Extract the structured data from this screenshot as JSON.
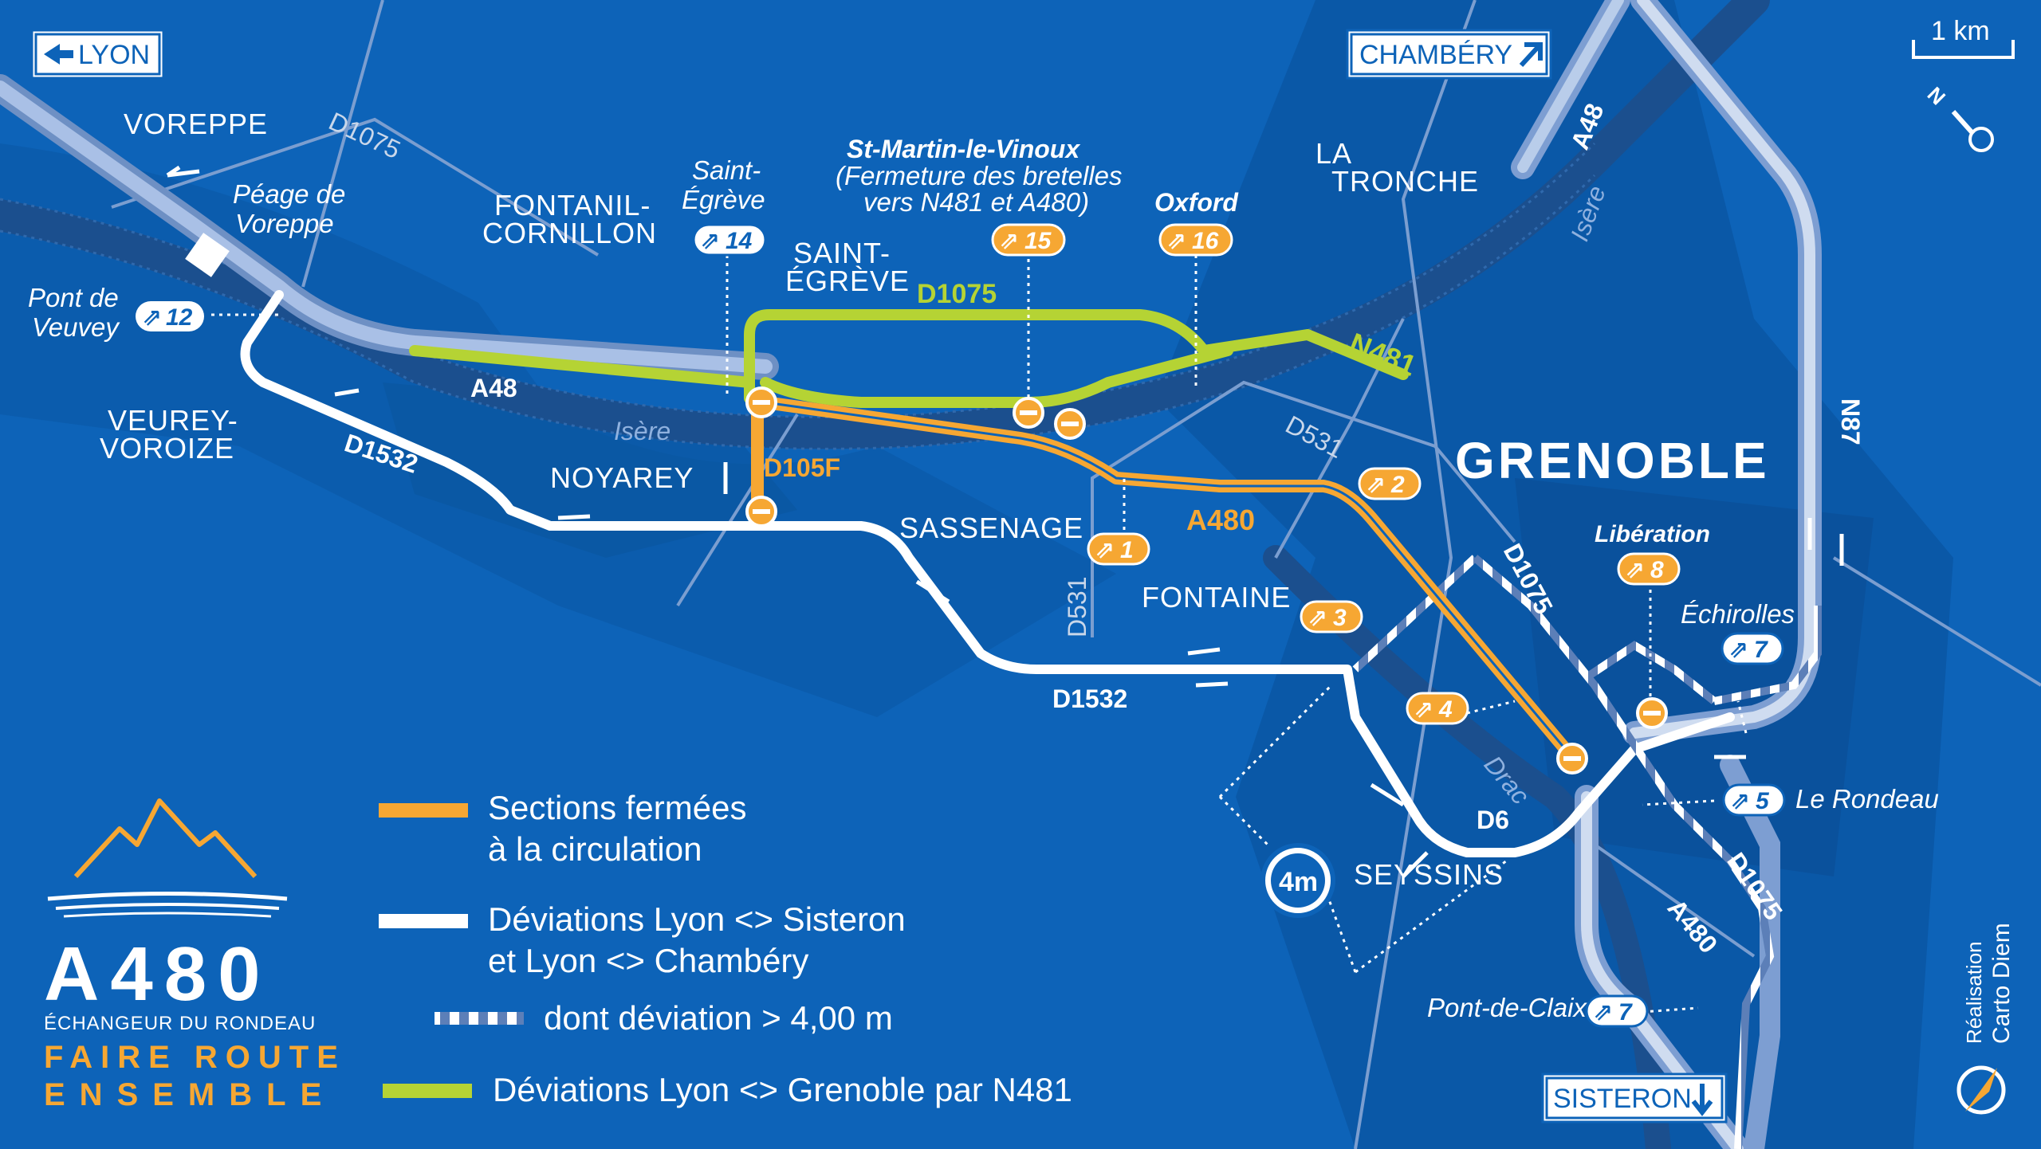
{
  "colors": {
    "background": "#0d63b8",
    "closed": "#f6a733",
    "deviation": "#ffffff",
    "n481": "#b5d334",
    "river": "#1c5191"
  },
  "scale": "1 km",
  "directions": {
    "lyon": "LYON",
    "chambery": "CHAMBÉRY",
    "sisteron": "SISTERON"
  },
  "places": {
    "voreppe": "VOREPPE",
    "fontanil_1": "FONTANIL-",
    "fontanil_2": "CORNILLON",
    "st_egreve_1": "SAINT-",
    "st_egreve_2": "ÉGRÈVE",
    "la_tronche_1": "LA",
    "la_tronche_2": "TRONCHE",
    "veurey_1": "VEUREY-",
    "veurey_2": "VOROIZE",
    "noyarey": "NOYAREY",
    "sassenage": "SASSENAGE",
    "fontaine": "FONTAINE",
    "seyssins": "SEYSSINS",
    "grenoble": "GRENOBLE",
    "echirolles": "Échirolles",
    "peage_1": "Péage de",
    "peage_2": "Voreppe",
    "pont_veuvey_1": "Pont de",
    "pont_veuvey_2": "Veuvey",
    "st_egreve_it_1": "Saint-",
    "st_egreve_it_2": "Égrève",
    "st_martin": "St-Martin-le-Vinoux",
    "st_martin_note_1": "(Fermeture des bretelles",
    "st_martin_note_2": "vers N481 et A480)",
    "oxford": "Oxford",
    "liberation": "Libération",
    "le_rondeau": "Le Rondeau",
    "pont_de_claix": "Pont-de-Claix",
    "isere_1": "Isère",
    "isere_2": "Isère",
    "drac": "Drac"
  },
  "roads": {
    "d1075_a": "D1075",
    "d1075_b": "D1075",
    "d1075_c": "D1075",
    "d1075_d": "D1075",
    "a48_a": "A48",
    "a48_b": "A48",
    "n481": "N481",
    "n87": "N87",
    "d1532_a": "D1532",
    "d1532_b": "D1532",
    "d105f": "D105F",
    "a480_a": "A480",
    "a480_b": "A480",
    "d531_a": "D531",
    "d531_b": "D531",
    "d6": "D6"
  },
  "exits": {
    "e12": "12",
    "e14": "14",
    "e15": "15",
    "e16": "16",
    "e1": "1",
    "e2": "2",
    "e3": "3",
    "e4": "4",
    "e8": "8",
    "e7a": "7",
    "e5": "5",
    "e7b": "7"
  },
  "height_limit": "4m",
  "legend": {
    "closed_1": "Sections fermées",
    "closed_2": "à la circulation",
    "dev_1": "Déviations Lyon <> Sisteron",
    "dev_2": "et Lyon <> Chambéry",
    "dev_high": "dont déviation > 4,00 m",
    "n481": "Déviations Lyon <> Grenoble par N481"
  },
  "logo": {
    "title": "A480",
    "subtitle": "ÉCHANGEUR DU RONDEAU",
    "slogan_1": "FAIRE ROUTE",
    "slogan_2": "ENSEMBLE"
  },
  "credit": {
    "line1": "Réalisation",
    "line2": "Carto Diem"
  }
}
